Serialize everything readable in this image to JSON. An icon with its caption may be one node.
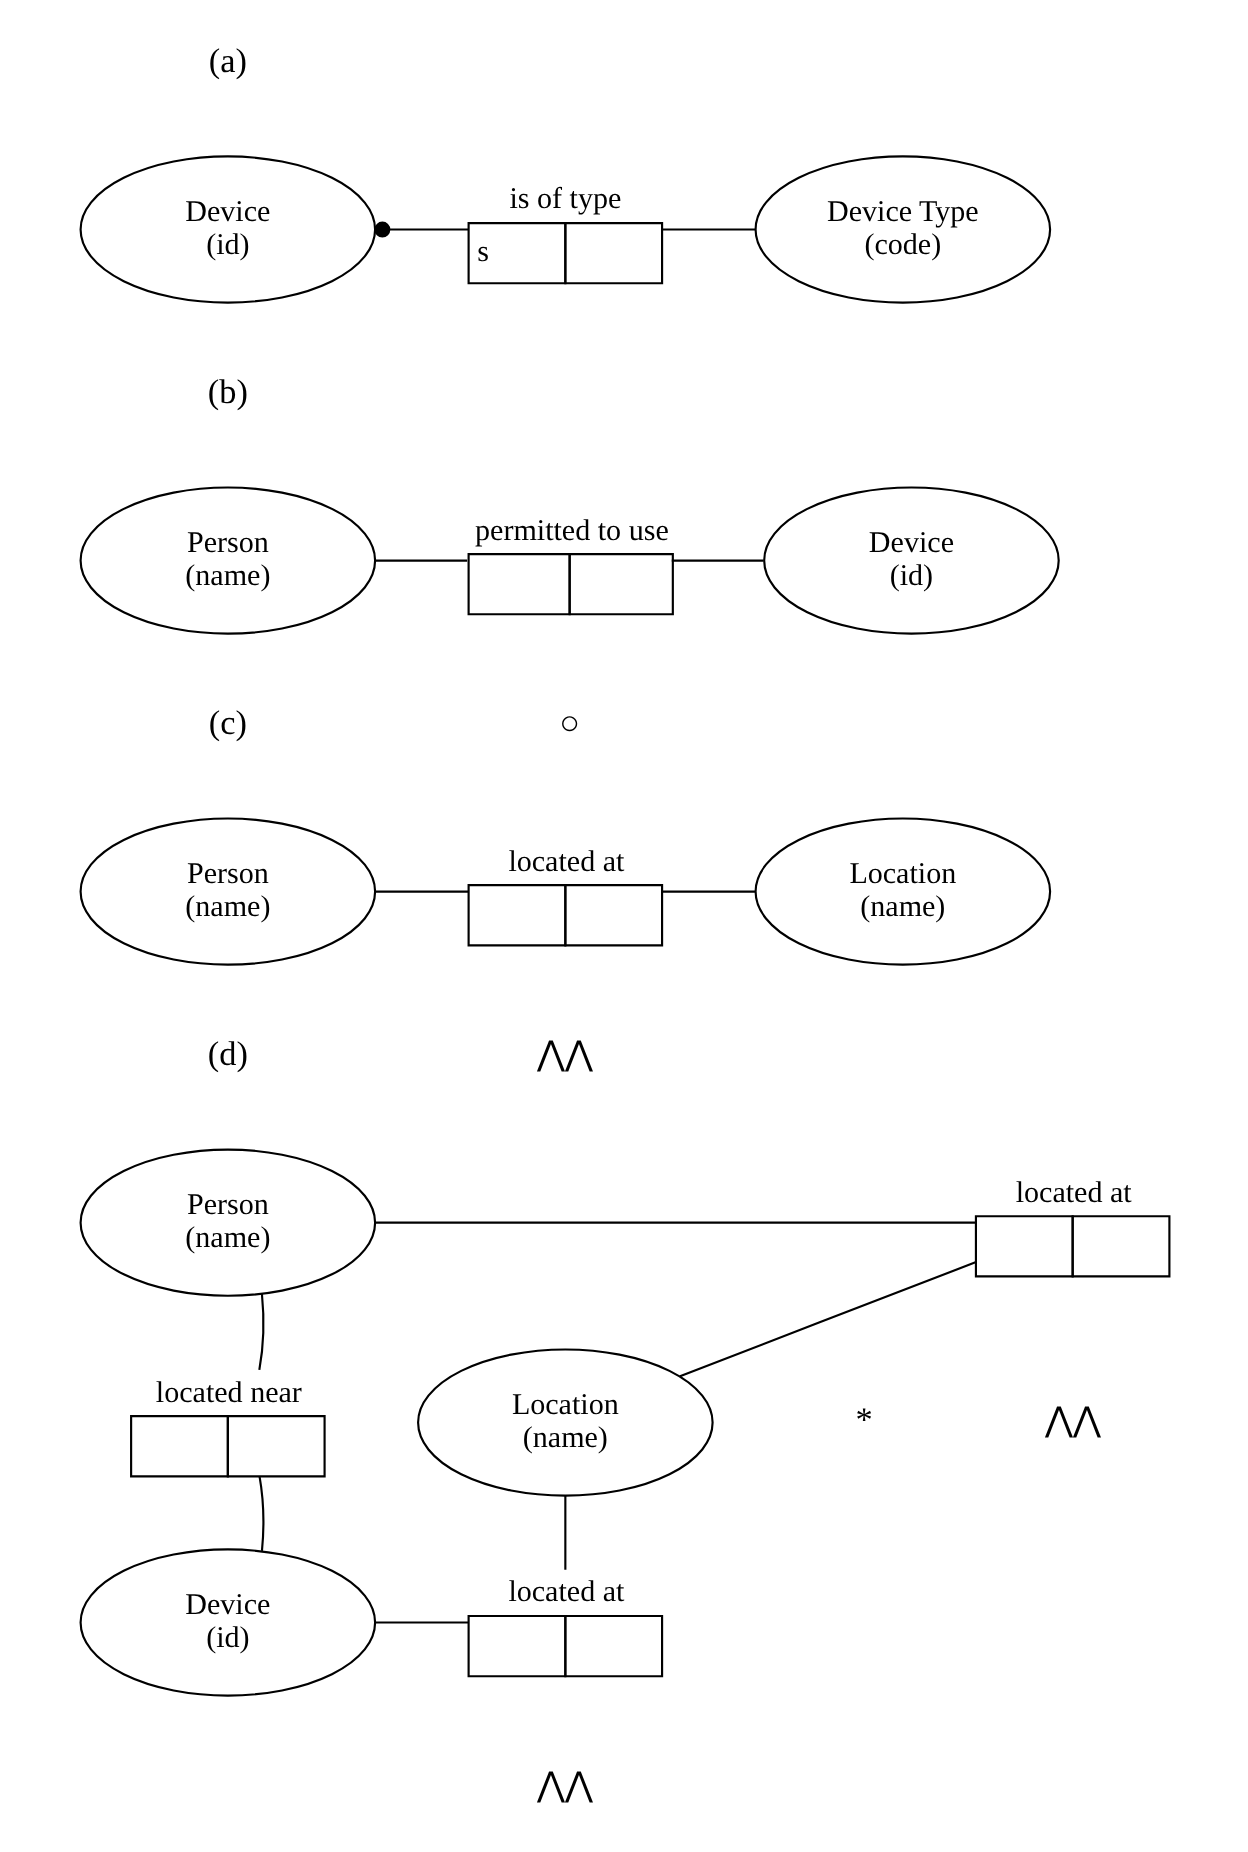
{
  "diagram": {
    "nodes": [
      {
        "text": [
          "Device",
          "(id)"
        ]
      },
      {
        "text": [
          "s"
        ],
        "beside": [
          "is of type"
        ]
      },
      {
        "text": [
          "Device Type",
          "(code)"
        ]
      },
      {
        "text": [
          "Person",
          "(name)"
        ]
      },
      {
        "text": [],
        "shape": "box",
        "beside": [
          "permitted to use"
        ]
      },
      {
        "text": [
          "Device",
          "(id)"
        ]
      },
      {
        "text": [
          "Person",
          "(name)"
        ]
      },
      {
        "text": [],
        "shape": "box",
        "beside": [
          "located at"
        ]
      },
      {
        "text": [
          "Location",
          "(name)"
        ]
      },
      {
        "text": [
          "Person",
          "(name)"
        ]
      },
      {
        "text": [],
        "shape": "box",
        "beside": [
          "located at"
        ]
      },
      {
        "text": [],
        "shape": "box",
        "beside": [
          "located near"
        ]
      },
      {
        "text": [
          "Location",
          "(name)"
        ]
      },
      {
        "text": [],
        "shape": "box",
        "beside": [
          "located at"
        ]
      },
      {
        "text": [
          "Device",
          "(id)"
        ]
      }
    ],
    "edges": [
      {
        "from": 0,
        "to": 1,
        "arrow": "other"
      },
      {
        "from": 1,
        "to": 2,
        "arrow": "none"
      },
      {
        "from": 3,
        "to": 4,
        "arrow": "none"
      },
      {
        "from": 4,
        "to": 5,
        "arrow": "none"
      },
      {
        "from": 6,
        "to": 7,
        "arrow": "none"
      },
      {
        "from": 7,
        "to": 8,
        "arrow": "none"
      },
      {
        "from": 9,
        "to": 10,
        "arrow": "none"
      },
      {
        "from": 10,
        "to": 12,
        "arrow": "none"
      },
      {
        "from": 9,
        "to": 11,
        "arrow": "none"
      },
      {
        "from": 11,
        "to": 14,
        "arrow": "none"
      },
      {
        "from": 14,
        "to": 13,
        "arrow": "none"
      },
      {
        "from": 13,
        "to": 12,
        "arrow": "none"
      }
    ],
    "labels": [
      "(a)",
      "(b)",
      "○",
      "(c)",
      "⋀⋀",
      "(d)",
      "⋀⋀",
      "*",
      "⋀⋀"
    ]
  }
}
